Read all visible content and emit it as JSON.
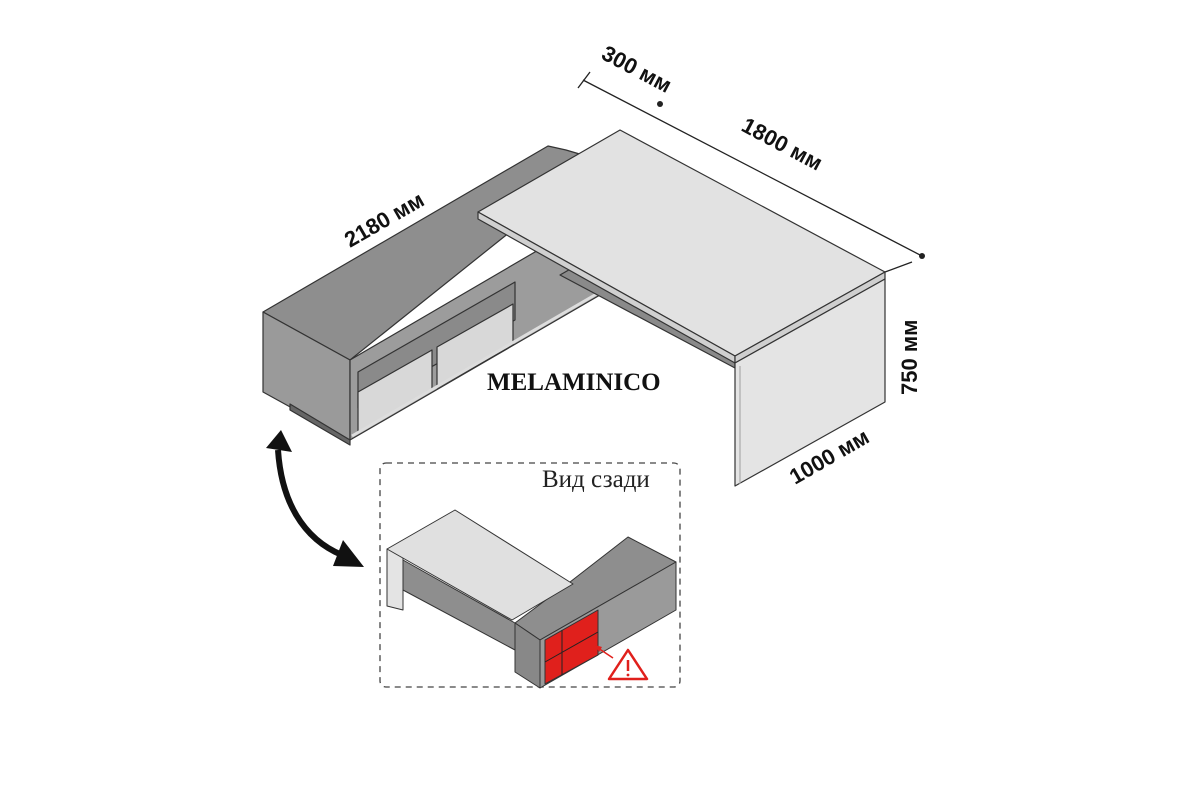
{
  "dimensions": {
    "depth_credenza": "300 мм",
    "width_desk": "1800 мм",
    "width_credenza": "2180 мм",
    "height": "750 мм",
    "depth_desk": "1000 мм"
  },
  "material_label": "MELAMINICO",
  "inset": {
    "title": "Вид сзади",
    "warning_icon": "warning-triangle-icon"
  },
  "colors": {
    "credenza_top": "#8e8e8e",
    "credenza_front": "#9a9a9a",
    "desk_top": "#e2e2e2",
    "warning": "#e0201c"
  }
}
